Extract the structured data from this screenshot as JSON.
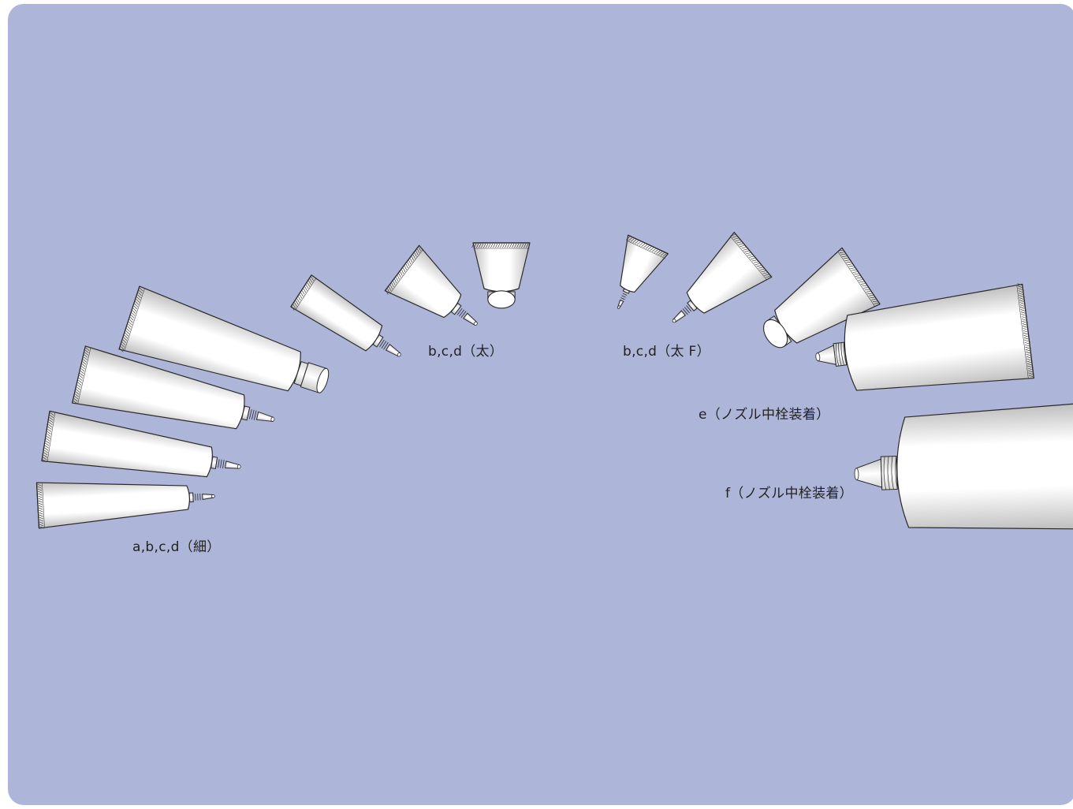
{
  "colors": {
    "background": "#ADB5D9",
    "tube_light": "#FFFFFF",
    "tube_shade": "#BEBEBE",
    "outline": "#2A2A2A",
    "label": "#222222"
  },
  "groups": [
    {
      "name": "thin",
      "label": "a,b,c,d（細）",
      "tube_count": 4
    },
    {
      "name": "thick",
      "label": "b,c,d（太）",
      "tube_count": 3
    },
    {
      "name": "thick-f",
      "label": "b,c,d（太 F）",
      "tube_count": 3
    },
    {
      "name": "nozzle-e",
      "label": "e（ノズル中栓装着）",
      "tube_count": 1
    },
    {
      "name": "nozzle-f",
      "label": "f（ノズル中栓装着）",
      "tube_count": 1
    }
  ]
}
